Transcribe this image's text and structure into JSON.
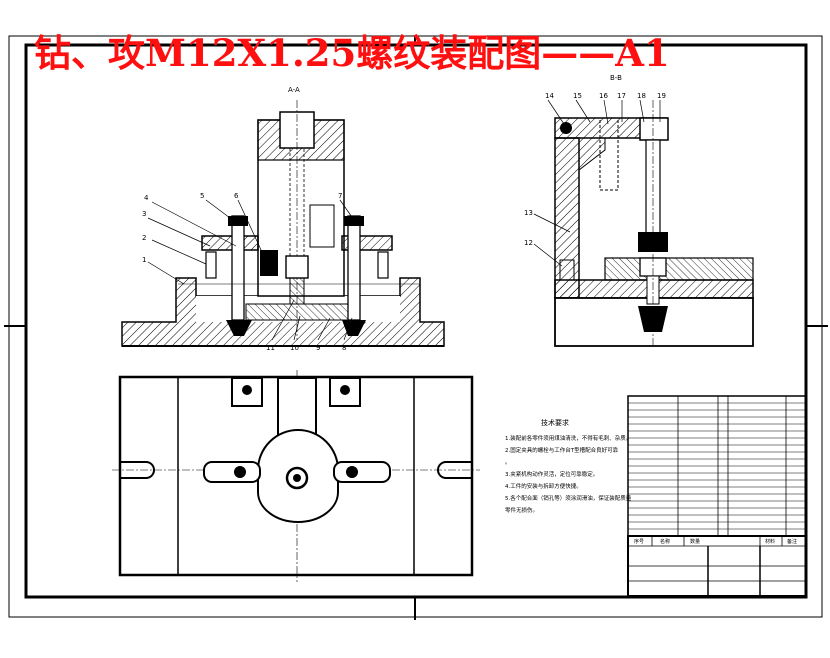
{
  "drawing": {
    "title": "钻、攻M12X1.25螺纹装配图——A1",
    "section_a_label": "A-A",
    "section_b_label": "B-B",
    "balloons_left_top": [
      "4",
      "5",
      "6",
      "7"
    ],
    "balloons_left_side": [
      "3",
      "2",
      "1"
    ],
    "balloons_left_bottom": [
      "11",
      "10",
      "9",
      "8"
    ],
    "balloons_right_top": [
      "14",
      "15",
      "16",
      "17",
      "18",
      "19"
    ],
    "balloons_right_side": [
      "13",
      "12"
    ],
    "tech_requirements_title": "技术要求",
    "tech_requirements": [
      "1.装配前各零件须用煤油清洗，不得有毛刺、杂质。",
      "2.固定夹具的螺栓与工作台T型槽配合良好可靠",
      "。",
      "3.夹紧机构动作灵活，定位可靠稳定。",
      "4.工件的安装与拆卸方便快捷。",
      "5.各个配合面（销孔等）须涂润滑油，保证装配质量",
      "零件无损伤。"
    ],
    "title_block_cells": [
      "序号",
      "名称",
      "数量",
      "材料",
      "备注"
    ]
  }
}
